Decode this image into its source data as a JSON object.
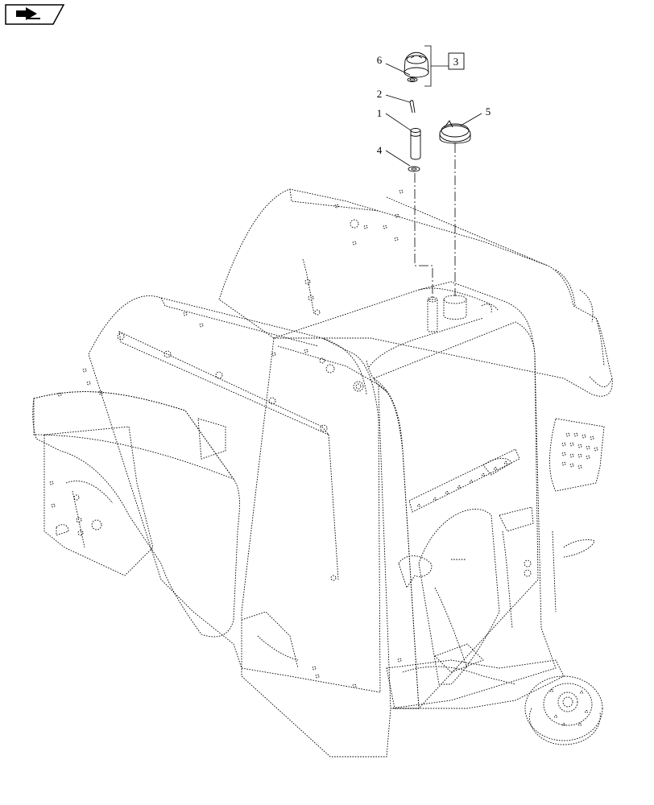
{
  "toolbar": {
    "nav_icon": "arrow-right-icon"
  },
  "callouts": {
    "c1": "1",
    "c2": "2",
    "c3": "3",
    "c4": "4",
    "c5": "5",
    "c6": "6"
  },
  "colors": {
    "line": "#000000",
    "background": "#ffffff"
  }
}
